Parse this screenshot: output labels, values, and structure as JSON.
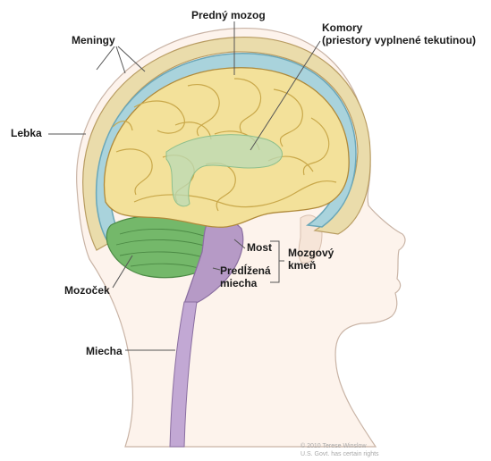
{
  "labels": {
    "forebrain": "Predný mozog",
    "meninges": "Meningy",
    "ventricles_line1": "Komory",
    "ventricles_line2": "(priestory vyplnené tekutinou)",
    "skull": "Lebka",
    "pons": "Most",
    "brainstem": "Mozgový kmeň",
    "medulla": "Predĺžená miecha",
    "cerebellum": "Mozoček",
    "spinal_cord": "Miecha"
  },
  "credit": {
    "line1": "© 2010 Terese Winslow",
    "line2": "U.S. Govt. has certain rights"
  },
  "colors": {
    "cerebrum": "#f3e19a",
    "cerebrum_fold": "#c9a84a",
    "csf": "#a9d3dc",
    "meninges": "#6aa7b8",
    "skull": "#e8d8a0",
    "cerebellum": "#74b86a",
    "brainstem": "#b69ac6",
    "spinal_cord": "#c2a8d4",
    "ventricle": "#b9d9b6",
    "skin": "#fdf3ec",
    "leader": "#555555"
  }
}
